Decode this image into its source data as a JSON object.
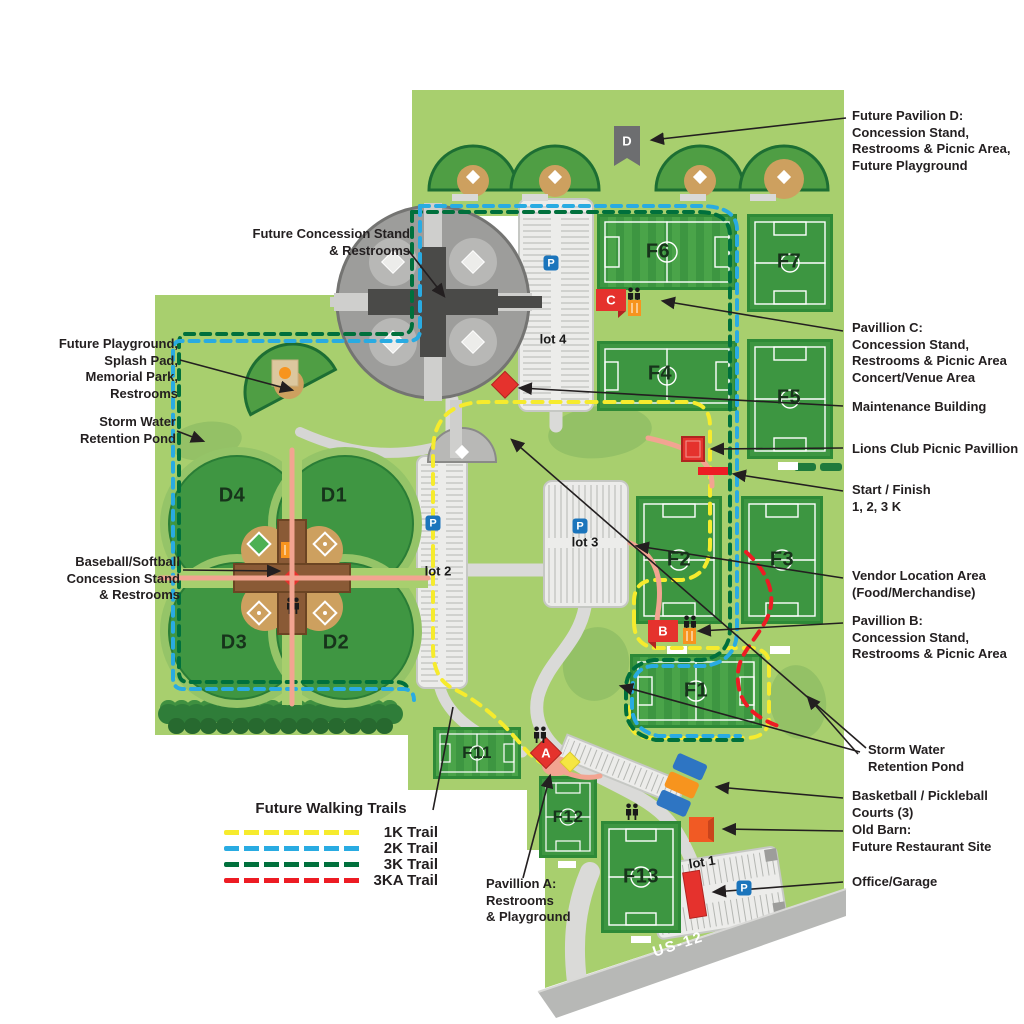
{
  "map": {
    "road_label": "US-12",
    "parking_symbol": "P"
  },
  "markers": {
    "a": "A",
    "b": "B",
    "c": "C",
    "d": "D"
  },
  "fields": {
    "f1": "F1",
    "f2": "F2",
    "f3": "F3",
    "f4": "F4",
    "f5": "F5",
    "f6": "F6",
    "f7": "F7",
    "f11": "F11",
    "f12": "F12",
    "f13": "F13",
    "d1": "D1",
    "d2": "D2",
    "d3": "D3",
    "d4": "D4"
  },
  "lots": {
    "lot1": "lot 1",
    "lot2": "lot 2",
    "lot3": "lot 3",
    "lot4": "lot 4"
  },
  "legend": {
    "title": "Future Walking Trails",
    "items": [
      {
        "label": "1K Trail",
        "color": "#f6eb2d"
      },
      {
        "label": "2K Trail",
        "color": "#29abe2"
      },
      {
        "label": "3K Trail",
        "color": "#00703c"
      },
      {
        "label": "3KA Trail",
        "color": "#ed1c24"
      }
    ]
  },
  "annotations": {
    "future_pavilion_d": "Future Pavilion D:\nConcession Stand,\nRestrooms & Picnic Area,\nFuture Playground",
    "future_concession": "Future Concession Stand\n& Restrooms",
    "future_playground": "Future Playground,\nSplash Pad,\nMemorial Park,\nRestrooms",
    "storm_water_left": "Storm Water\nRetention Pond",
    "baseball_concession": "Baseball/Softball\nConcession Stand\n& Restrooms",
    "pavillion_c": "Pavillion C:\nConcession Stand,\nRestrooms & Picnic Area\nConcert/Venue Area",
    "maintenance": "Maintenance Building",
    "lions_club": "Lions Club Picnic Pavillion",
    "start_finish": "Start / Finish\n1, 2, 3 K",
    "vendor": "Vendor Location Area\n(Food/Merchandise)",
    "pavillion_b": "Pavillion B:\nConcession Stand,\nRestrooms & Picnic Area",
    "storm_water_right": "Storm Water\nRetention Pond",
    "basketball": "Basketball / Pickleball\nCourts (3)",
    "old_barn": "Old Barn:\nFuture Restaurant Site",
    "office_garage": "Office/Garage",
    "pavillion_a": "Pavillion A:\nRestrooms\n& Playground"
  }
}
